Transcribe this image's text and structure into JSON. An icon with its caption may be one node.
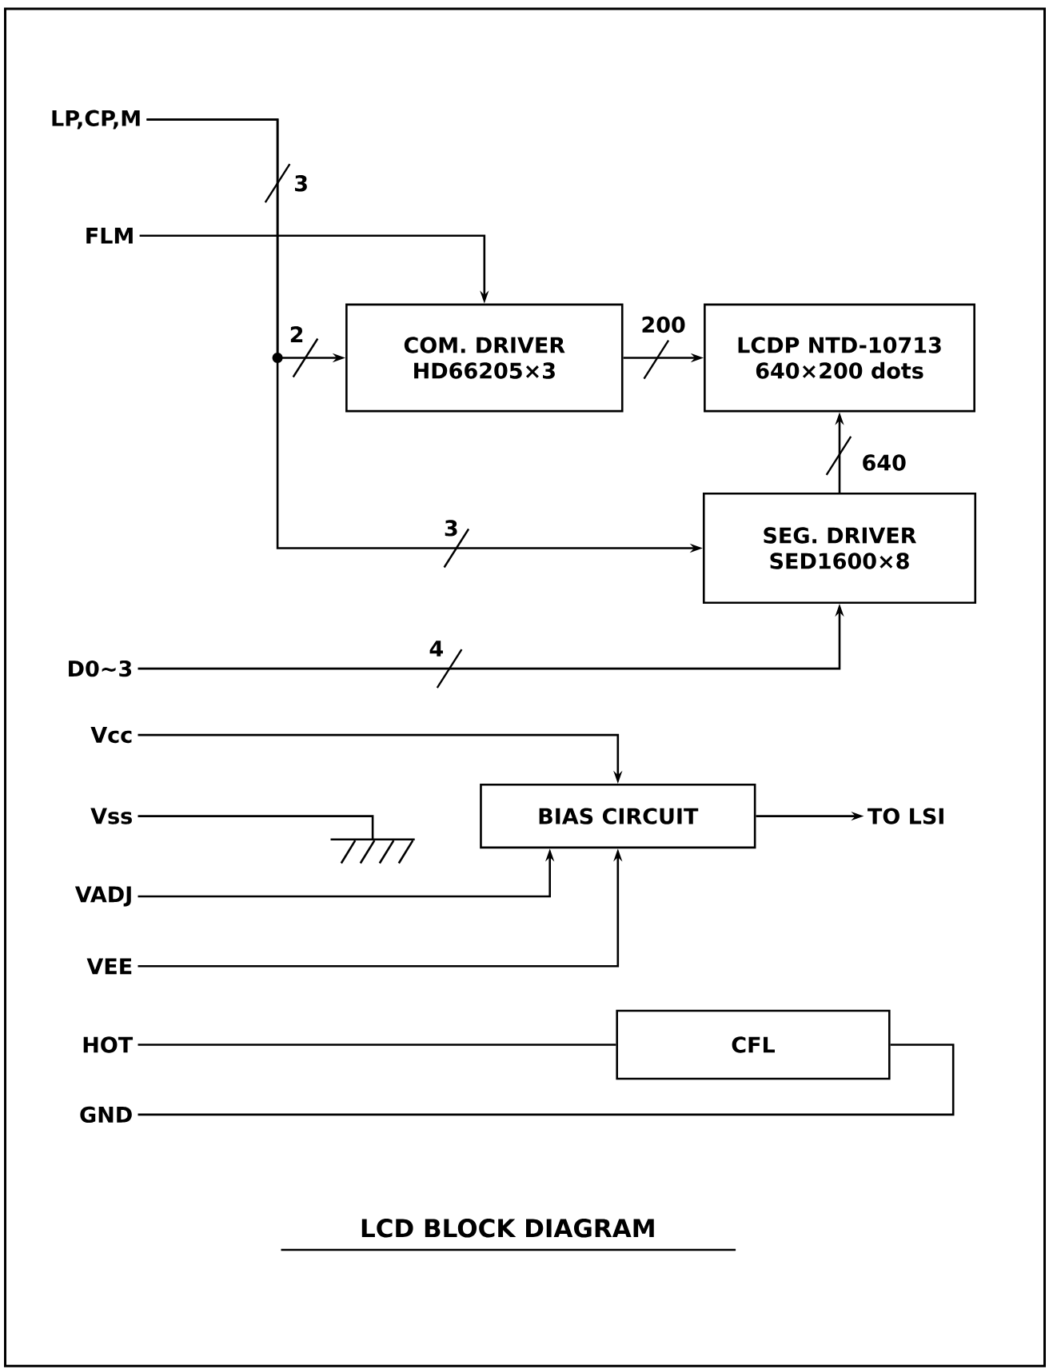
{
  "diagram": {
    "title": "LCD BLOCK DIAGRAM",
    "nodes": [
      {
        "text": [
          "LP,CP,M"
        ]
      },
      {
        "text": [
          "FLM"
        ]
      },
      {
        "text": [
          "COM. DRIVER",
          "HD66205×3"
        ]
      },
      {
        "text": [
          "LCDP NTD-10713",
          "640×200 dots"
        ]
      },
      {
        "text": [
          "SEG. DRIVER",
          "SED1600×8"
        ]
      },
      {
        "text": [
          "D0∼3"
        ]
      },
      {
        "text": [
          "Vcc"
        ]
      },
      {
        "text": [
          "Vss"
        ]
      },
      {
        "text": [
          "VADJ"
        ]
      },
      {
        "text": [
          "VEE"
        ]
      },
      {
        "text": [
          "BIAS CIRCUIT"
        ]
      },
      {
        "text": [
          "TO LSI"
        ]
      },
      {
        "text": [
          "HOT"
        ]
      },
      {
        "text": [
          "GND"
        ]
      },
      {
        "text": [
          "CFL"
        ]
      },
      {
        "text": [],
        "shape": "ground"
      }
    ],
    "edges": [
      {
        "from": 0,
        "to": 2,
        "arrow": "to",
        "label": "2"
      },
      {
        "from": 0,
        "to": 4,
        "arrow": "to",
        "label": "3"
      },
      {
        "from": 1,
        "to": 2,
        "arrow": "to"
      },
      {
        "from": 2,
        "to": 3,
        "arrow": "to",
        "label": "200"
      },
      {
        "from": 4,
        "to": 3,
        "arrow": "to",
        "label": "640"
      },
      {
        "from": 5,
        "to": 4,
        "arrow": "to",
        "label": "4"
      },
      {
        "from": 6,
        "to": 10,
        "arrow": "to"
      },
      {
        "from": 7,
        "to": 15,
        "arrow": "none"
      },
      {
        "from": 8,
        "to": 10,
        "arrow": "to"
      },
      {
        "from": 9,
        "to": 10,
        "arrow": "to"
      },
      {
        "from": 10,
        "to": 11,
        "arrow": "to"
      },
      {
        "from": 12,
        "to": 14,
        "arrow": "none"
      },
      {
        "from": 14,
        "to": 13,
        "arrow": "none"
      }
    ],
    "labels": [
      "3"
    ]
  }
}
